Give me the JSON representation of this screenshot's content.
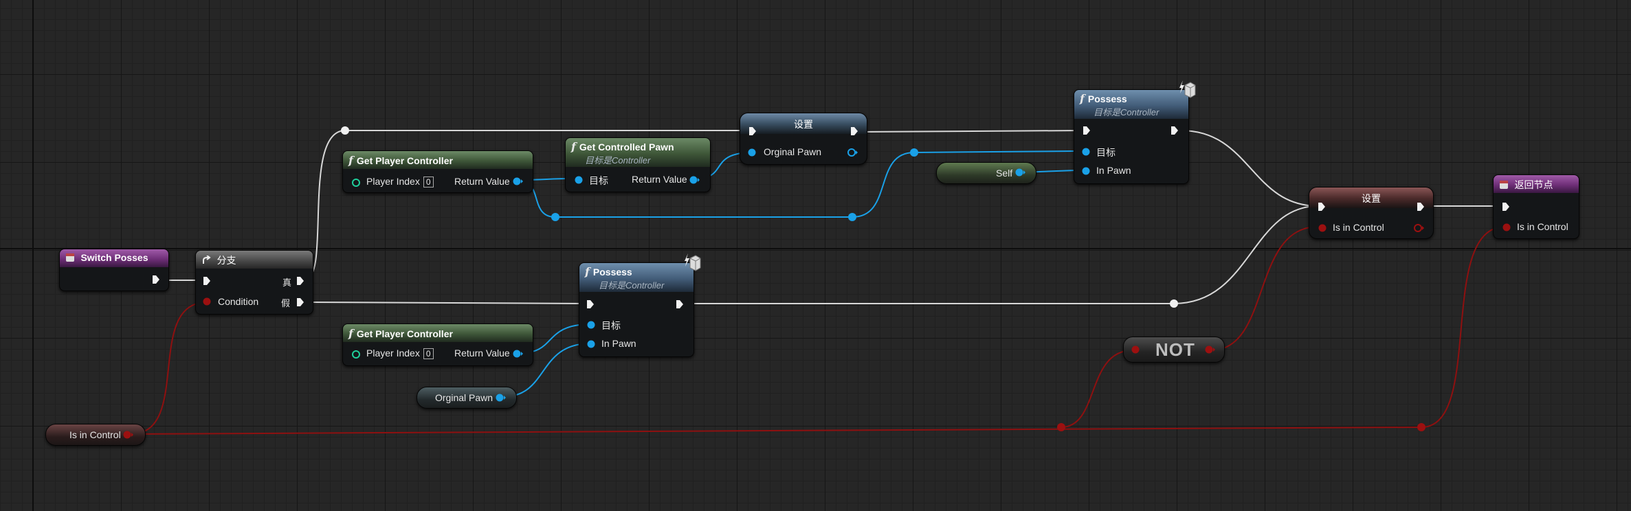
{
  "nodes": {
    "event": {
      "title": "Switch Posses"
    },
    "branch": {
      "title": "分支",
      "true_label": "真",
      "false_label": "假",
      "condition_label": "Condition"
    },
    "gpc_top": {
      "title": "Get Player Controller",
      "player_index_label": "Player Index",
      "player_index_value": "0",
      "return_label": "Return Value"
    },
    "gpc_bottom": {
      "title": "Get Player Controller",
      "player_index_label": "Player Index",
      "player_index_value": "0",
      "return_label": "Return Value"
    },
    "get_controlled_pawn": {
      "title": "Get Controlled Pawn",
      "subtitle": "目标是Controller",
      "target_label": "目标",
      "return_label": "Return Value"
    },
    "set_orginal": {
      "title": "设置",
      "var_label": "Orginal Pawn"
    },
    "possess_top": {
      "title": "Possess",
      "subtitle": "目标是Controller",
      "target_label": "目标",
      "inpawn_label": "In Pawn"
    },
    "possess_bottom": {
      "title": "Possess",
      "subtitle": "目标是Controller",
      "target_label": "目标",
      "inpawn_label": "In Pawn"
    },
    "self": {
      "label": "Self"
    },
    "orginal_pawn_get": {
      "label": "Orginal Pawn"
    },
    "is_in_control_get": {
      "label": "Is in Control"
    },
    "not_node": {
      "label": "NOT"
    },
    "set_control": {
      "title": "设置",
      "var_label": "Is in Control"
    },
    "return_node": {
      "title": "返回节点",
      "var_label": "Is in Control"
    }
  },
  "colors": {
    "exec": "#f2f2f2",
    "object": "#1aa1e8",
    "bool": "#9c1010",
    "int": "#1fcf9b"
  },
  "icons": {
    "function": "function-icon",
    "event": "event-icon",
    "branch": "branch-icon",
    "replicated": "replicated-icon",
    "return": "return-icon"
  }
}
